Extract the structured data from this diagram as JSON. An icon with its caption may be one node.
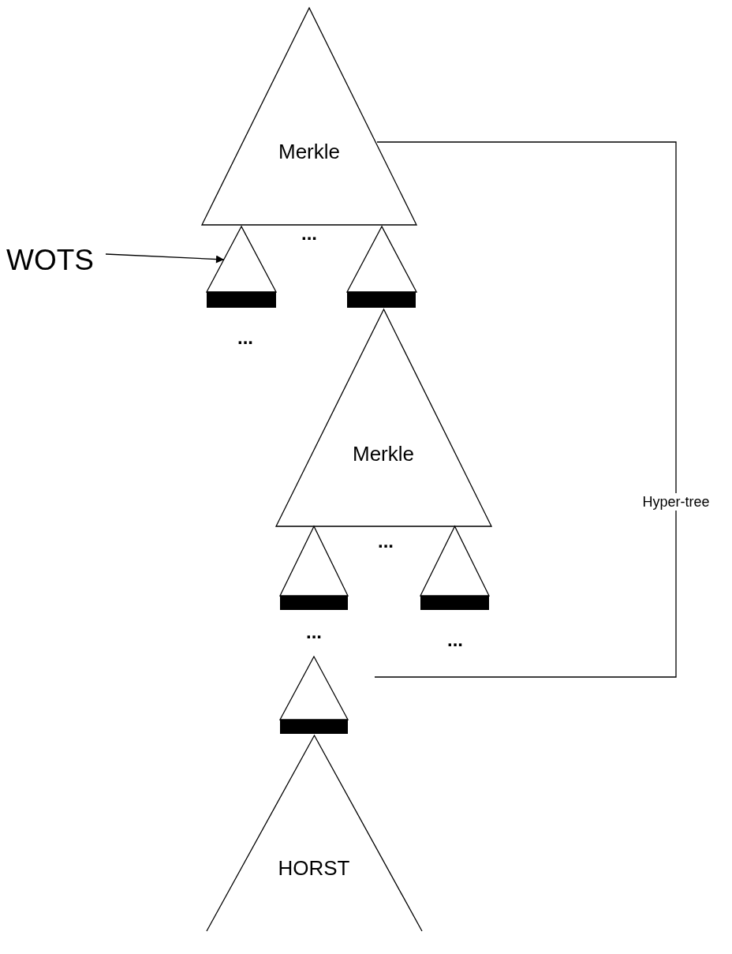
{
  "diagram": {
    "nodes": [
      {
        "text": [
          "Merkle"
        ]
      },
      {
        "text": [
          "WOTS"
        ]
      },
      {
        "text": [],
        "shape": "triangle"
      },
      {
        "text": [],
        "shape": "bar"
      },
      {
        "text": [],
        "shape": "triangle"
      },
      {
        "text": [],
        "shape": "bar"
      },
      {
        "text": [
          "Merkle"
        ]
      },
      {
        "text": [],
        "shape": "triangle"
      },
      {
        "text": [],
        "shape": "bar"
      },
      {
        "text": [],
        "shape": "triangle"
      },
      {
        "text": [],
        "shape": "bar"
      },
      {
        "text": [],
        "shape": "triangle"
      },
      {
        "text": [],
        "shape": "bar"
      },
      {
        "text": [
          "HORST"
        ]
      }
    ],
    "edges": [
      {
        "from": 1,
        "to": 2,
        "arrow": "to"
      }
    ],
    "labels": [
      "...",
      "...",
      "Hyper-tree",
      "...",
      "...",
      "..."
    ]
  }
}
